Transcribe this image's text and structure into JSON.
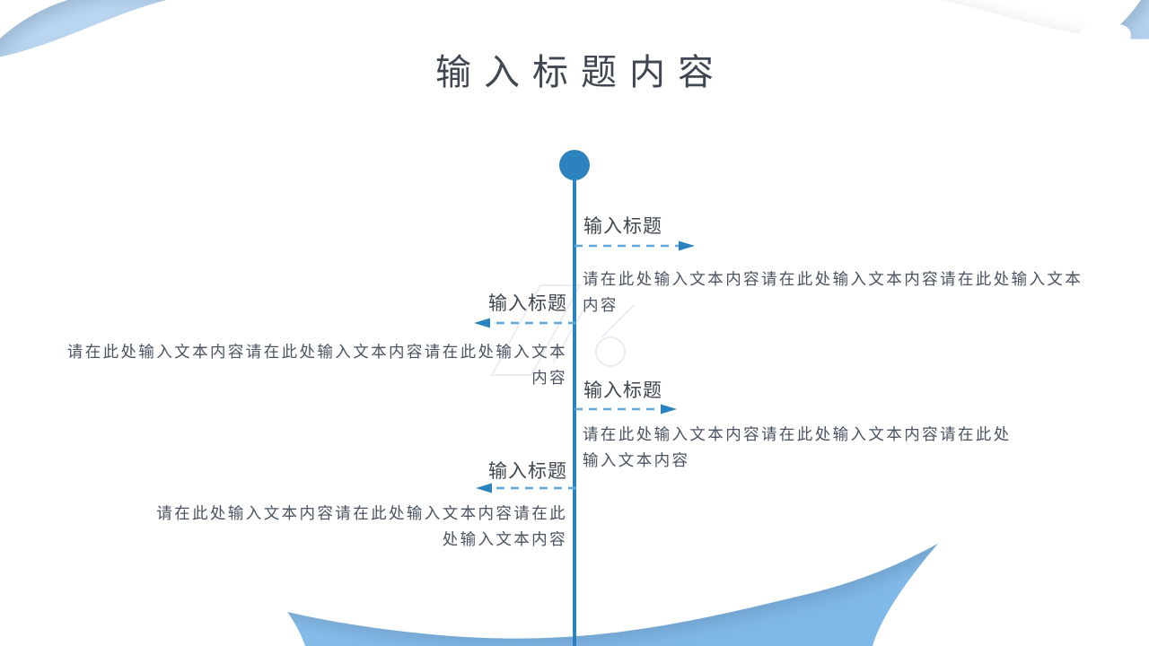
{
  "slide": {
    "title": "输入标题内容",
    "colors": {
      "accent": "#2b82bd",
      "dash": "#5fa8d8",
      "sky_top": "#bfd9f2",
      "sky_bottom": "#79b5e8",
      "title_text": "#404753",
      "body_text": "#4a5361"
    }
  },
  "timeline": {
    "node_icon": "circle-node-icon",
    "items": [
      {
        "side": "right",
        "title": "输入标题",
        "body": "请在此处输入文本内容请在此处输入文本内容请在此处输入文本内容",
        "arrow_icon": "arrow-right-dashed-icon"
      },
      {
        "side": "left",
        "title": "输入标题",
        "body": "请在此处输入文本内容请在此处输入文本内容请在此处输入文本内容",
        "arrow_icon": "arrow-left-dashed-icon"
      },
      {
        "side": "right",
        "title": "输入标题",
        "body": "请在此处输入文本内容请在此处输入文本内容请在此处输入文本内容",
        "arrow_icon": "arrow-right-dashed-icon"
      },
      {
        "side": "left",
        "title": "输入标题",
        "body": "请在此处输入文本内容请在此处输入文本内容请在此处输入文本内容",
        "arrow_icon": "arrow-left-dashed-icon"
      }
    ]
  },
  "decor": {
    "mini_cloud": "cloud-icon",
    "background": "sky-with-clouds"
  }
}
